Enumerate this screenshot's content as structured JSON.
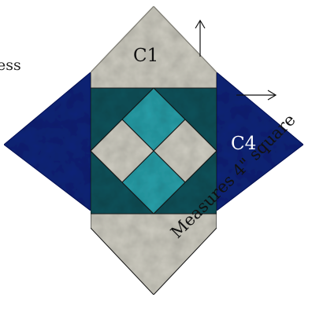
{
  "diagram": {
    "partial_text": "ess",
    "label_c1": "C1",
    "label_c4": "C4",
    "measure_text": "Measures 4\" square",
    "colors": {
      "navy": "#19287a",
      "navy_dark": "#0d165a",
      "beige": "#cfcdc2",
      "teal_dark": "#12535b",
      "teal_light": "#2aa0aa",
      "line": "#1a1a1a"
    }
  }
}
